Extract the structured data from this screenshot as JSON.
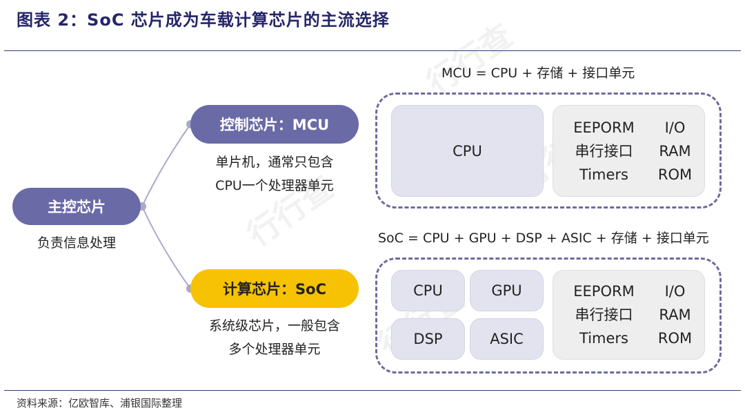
{
  "title": "图表 2：SoC 芯片成为车载计算芯片的主流选择",
  "source": "资料来源：亿欧智库、浦银国际整理",
  "root": {
    "label": "主控芯片",
    "caption": "负责信息处理"
  },
  "branches": {
    "mcu": {
      "label": "控制芯片：MCU",
      "caption": [
        "单片机，通常只包含",
        "CPU一个处理器单元"
      ],
      "formula": "MCU = CPU + 存储 + 接口单元",
      "cpu": "CPU",
      "peripherals": [
        "EEPORM",
        "I/O",
        "串行接口",
        "RAM",
        "Timers",
        "ROM"
      ]
    },
    "soc": {
      "label": "计算芯片：SoC",
      "caption": [
        "系统级芯片，一般包含",
        "多个处理器单元"
      ],
      "formula": "SoC = CPU + GPU + DSP + ASIC + 存储 + 接口单元",
      "units": [
        "CPU",
        "GPU",
        "DSP",
        "ASIC"
      ],
      "peripherals": [
        "EEPORM",
        "I/O",
        "串行接口",
        "RAM",
        "Timers",
        "ROM"
      ]
    }
  },
  "watermark": "行行查",
  "colors": {
    "accent": "#6a6aa6",
    "highlight": "#f7c204",
    "title": "#24256a"
  }
}
